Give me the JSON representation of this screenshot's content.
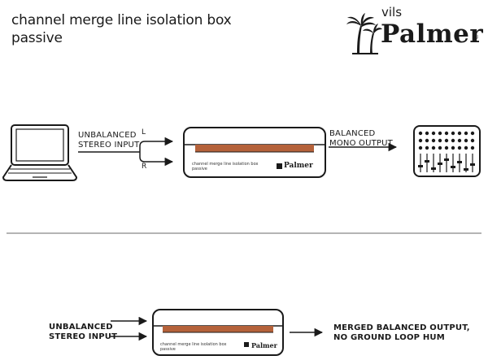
{
  "title": {
    "line1": "channel merge line isolation box",
    "line2": "passive"
  },
  "brand": {
    "prefix": "vils",
    "name": "Palmer",
    "reg": "®"
  },
  "top_diagram": {
    "input_label": [
      "UNBALANCED",
      "STEREO INPUT"
    ],
    "channel_l": "L",
    "channel_r": "R",
    "output_label": [
      "BALANCED",
      "MONO OUTPUT"
    ],
    "box_text": [
      "channel merge line isolation box",
      "passive"
    ],
    "box_logo": "Palmer"
  },
  "bottom_diagram": {
    "input_label": [
      "UNBALANCED",
      "STEREO INPUT"
    ],
    "output_label": [
      "MERGED BALANCED OUTPUT,",
      "NO GROUND LOOP HUM"
    ],
    "box_text": [
      "channel merge line isolation box",
      "passive"
    ],
    "box_logo": "Palmer"
  },
  "colors": {
    "ink": "#1a1a1a",
    "stripe": "#b5623a",
    "divider": "#888888"
  }
}
